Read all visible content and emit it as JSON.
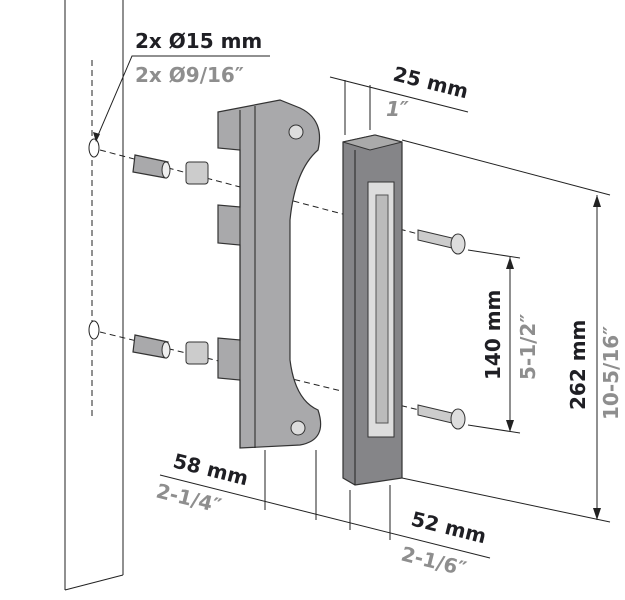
{
  "labels": {
    "hole_mm": "2x Ø15 mm",
    "hole_in": "2x Ø9/16″",
    "width_mm": "25 mm",
    "width_in": "1″",
    "screw_spacing_mm": "140 mm",
    "screw_spacing_in": "5-1/2″",
    "height_mm": "262 mm",
    "height_in": "10-5/16″",
    "plate_depth_mm": "58 mm",
    "plate_depth_in": "2-1/4″",
    "keeper_depth_mm": "52 mm",
    "keeper_depth_in": "2-1/6″"
  },
  "colors": {
    "metric": "#1f1f24",
    "imperial": "#8e8e8e",
    "part": "#a9a9ab"
  }
}
